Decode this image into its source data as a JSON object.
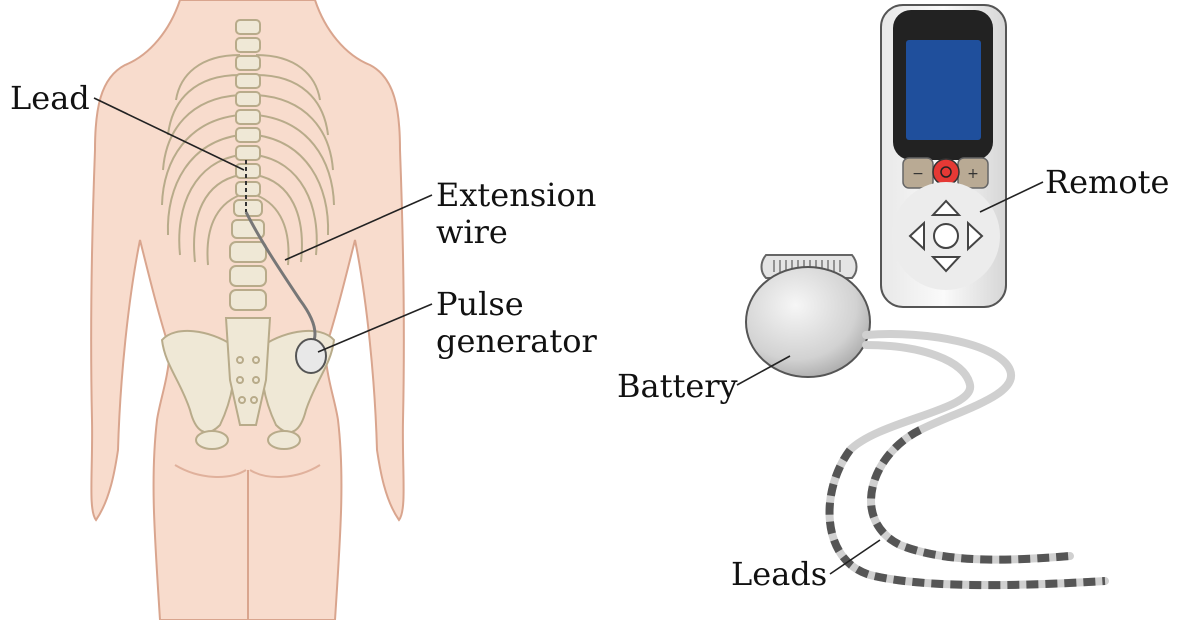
{
  "labels": {
    "lead": "Lead",
    "extension_wire": [
      "Extension",
      "wire"
    ],
    "pulse_generator": [
      "Pulse",
      "generator"
    ],
    "remote": "Remote",
    "battery": "Battery",
    "leads": "Leads"
  },
  "colors": {
    "skin": "#f8dccd",
    "skin_outline": "#d9a58e",
    "bone": "#efe8d6",
    "bone_outline": "#b8ab8a",
    "device_silver": "#d8d8d8",
    "remote_screen": "#1f4f9c",
    "remote_button": "#e53935",
    "lead_wire": "#d0d0d0",
    "electrode": "#555555"
  }
}
